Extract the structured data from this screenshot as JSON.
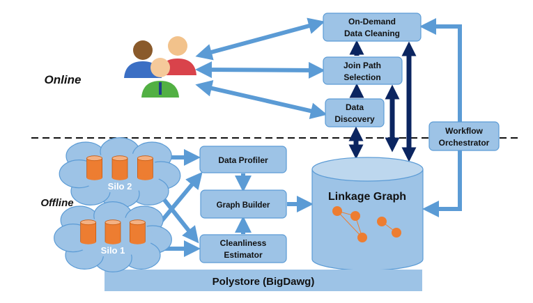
{
  "zones": {
    "online": "Online",
    "offline": "Offline"
  },
  "boxes": {
    "on_demand": [
      "On-Demand",
      "Data Cleaning"
    ],
    "join_path": [
      "Join Path",
      "Selection"
    ],
    "discovery": [
      "Data",
      "Discovery"
    ],
    "workflow": [
      "Workflow",
      "Orchestrator"
    ],
    "profiler": "Data Profiler",
    "graph_builder": "Graph Builder",
    "cleanliness": [
      "Cleanliness",
      "Estimator"
    ]
  },
  "linkage_graph": "Linkage Graph",
  "polystore": "Polystore (BigDawg)",
  "silos": [
    "Silo 2",
    "Silo 1"
  ],
  "colors": {
    "box": "#9dc3e6",
    "arrow": "#5b9bd5",
    "dark_arrow": "#0b2560",
    "node": "#ed7d31"
  }
}
